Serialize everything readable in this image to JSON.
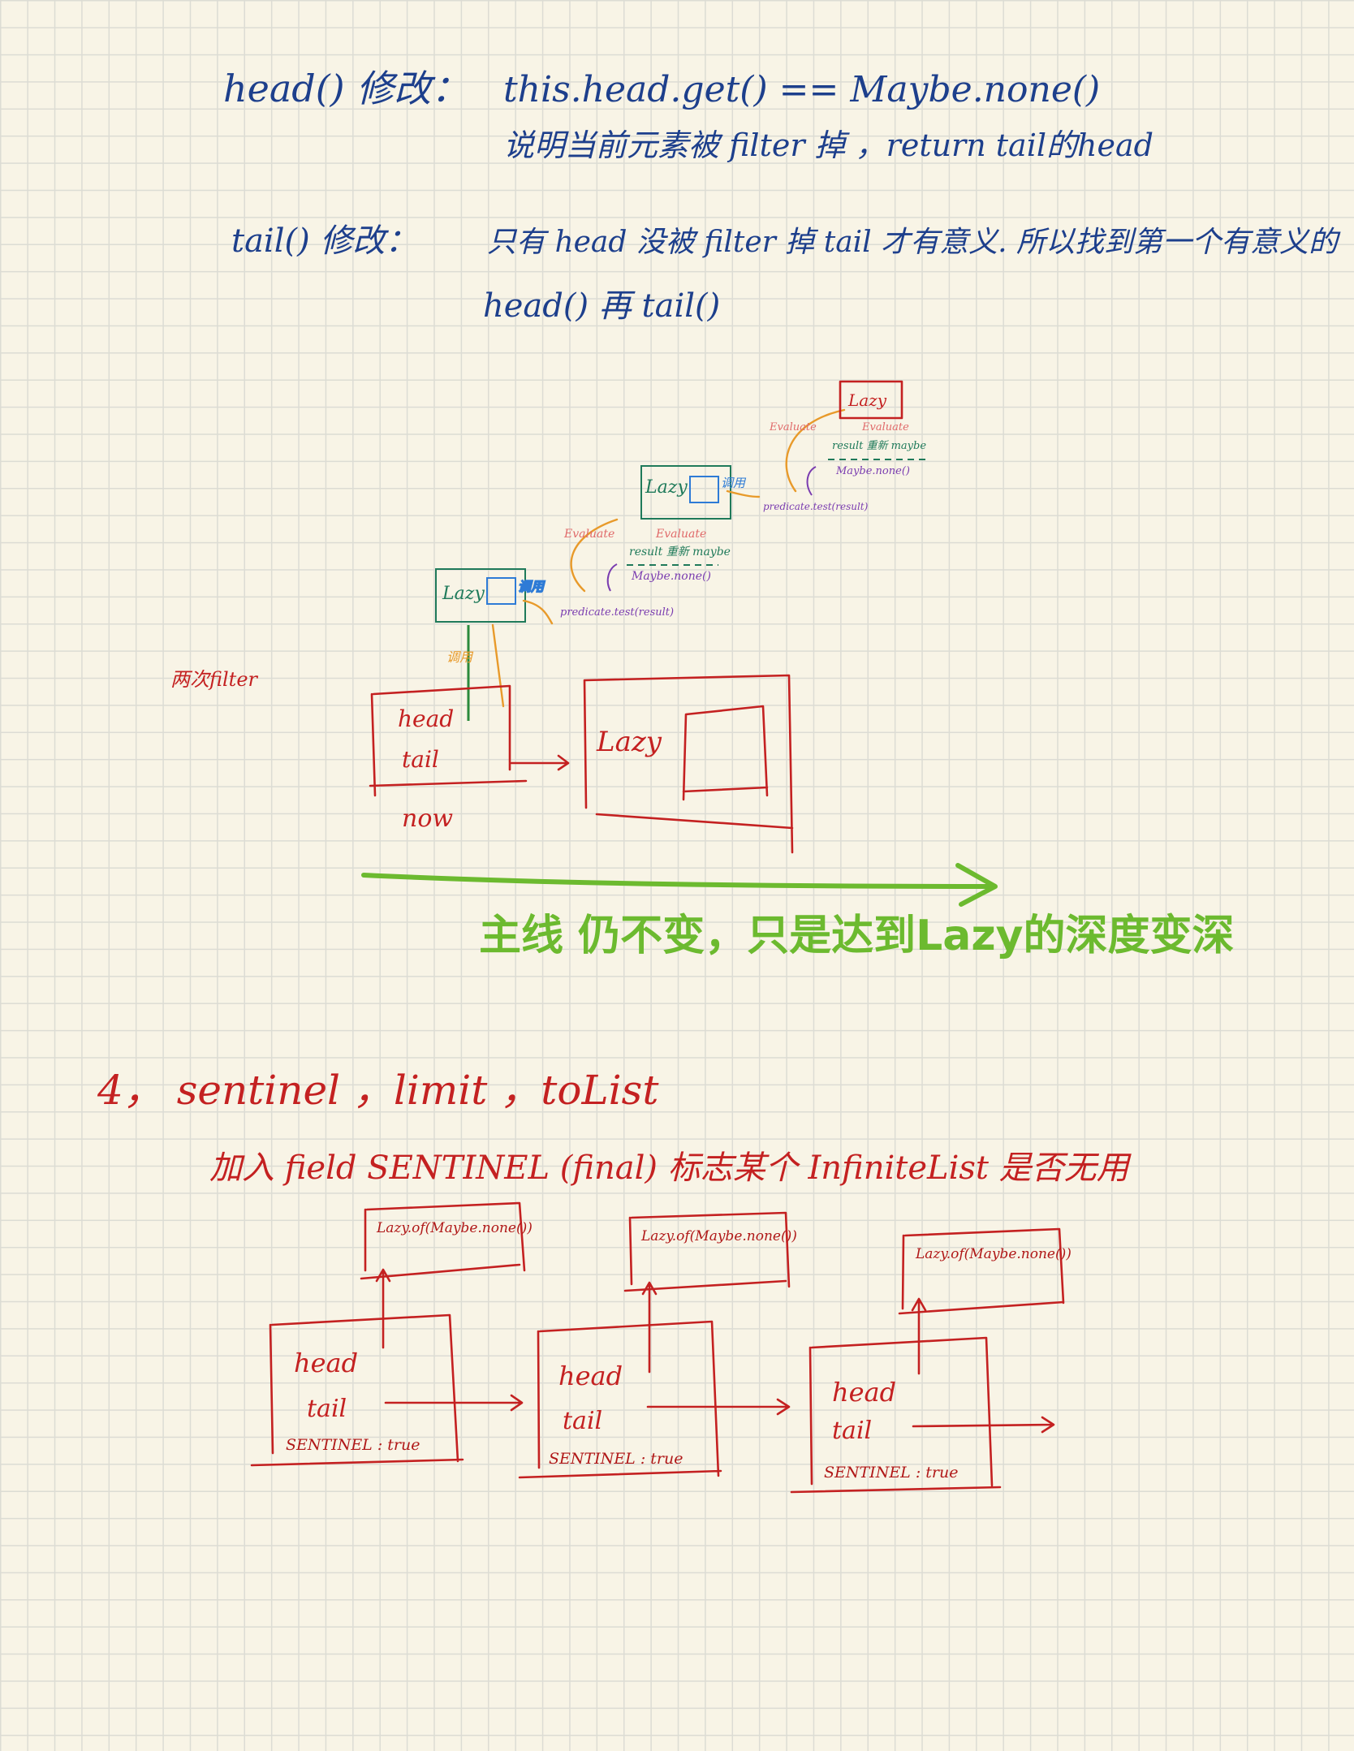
{
  "notes": {
    "head_label": "head() 修改：",
    "head_code": "this.head.get() == Maybe.none()",
    "head_desc": "说明当前元素被 filter 掉 ，return  tail的head",
    "tail_label": "tail() 修改：",
    "tail_desc1": "只有 head 没被 filter 掉 tail 才有意义. 所以找到第一个有意义的",
    "tail_desc2": "head() 再 tail()"
  },
  "filter_diagram": {
    "side_label": "两次filter",
    "lazy": "Lazy",
    "call": "调用",
    "evaluate": "Evaluate",
    "result_text": "result 重新 maybe",
    "none_text": "Maybe.none()",
    "predicate_text": "predicate.test(result)",
    "head": "head",
    "tail": "tail",
    "now": "now",
    "next_lazy": "Lazy",
    "main_line": "主线 仍不变，只是达到Lazy的深度变深"
  },
  "section4": {
    "title": "4， sentinel ，limit ，toList",
    "desc": "加入 field  SENTINEL  (final) 标志某个 InfiniteList 是否无用",
    "node_lazy": "Lazy.of(Maybe.none())",
    "node_head": "head",
    "node_tail": "tail",
    "node_sentinel": "SENTINEL : true"
  },
  "colors": {
    "paper": "#f8f4e6",
    "grid": "#dcdcd4",
    "ink_blue": "#1d3f8c",
    "ink_red": "#c42121",
    "ink_green": "#6cba2f",
    "ink_teal": "#1f7a5a",
    "ink_orange": "#e89a2a",
    "ink_purple": "#7a3cb0"
  }
}
